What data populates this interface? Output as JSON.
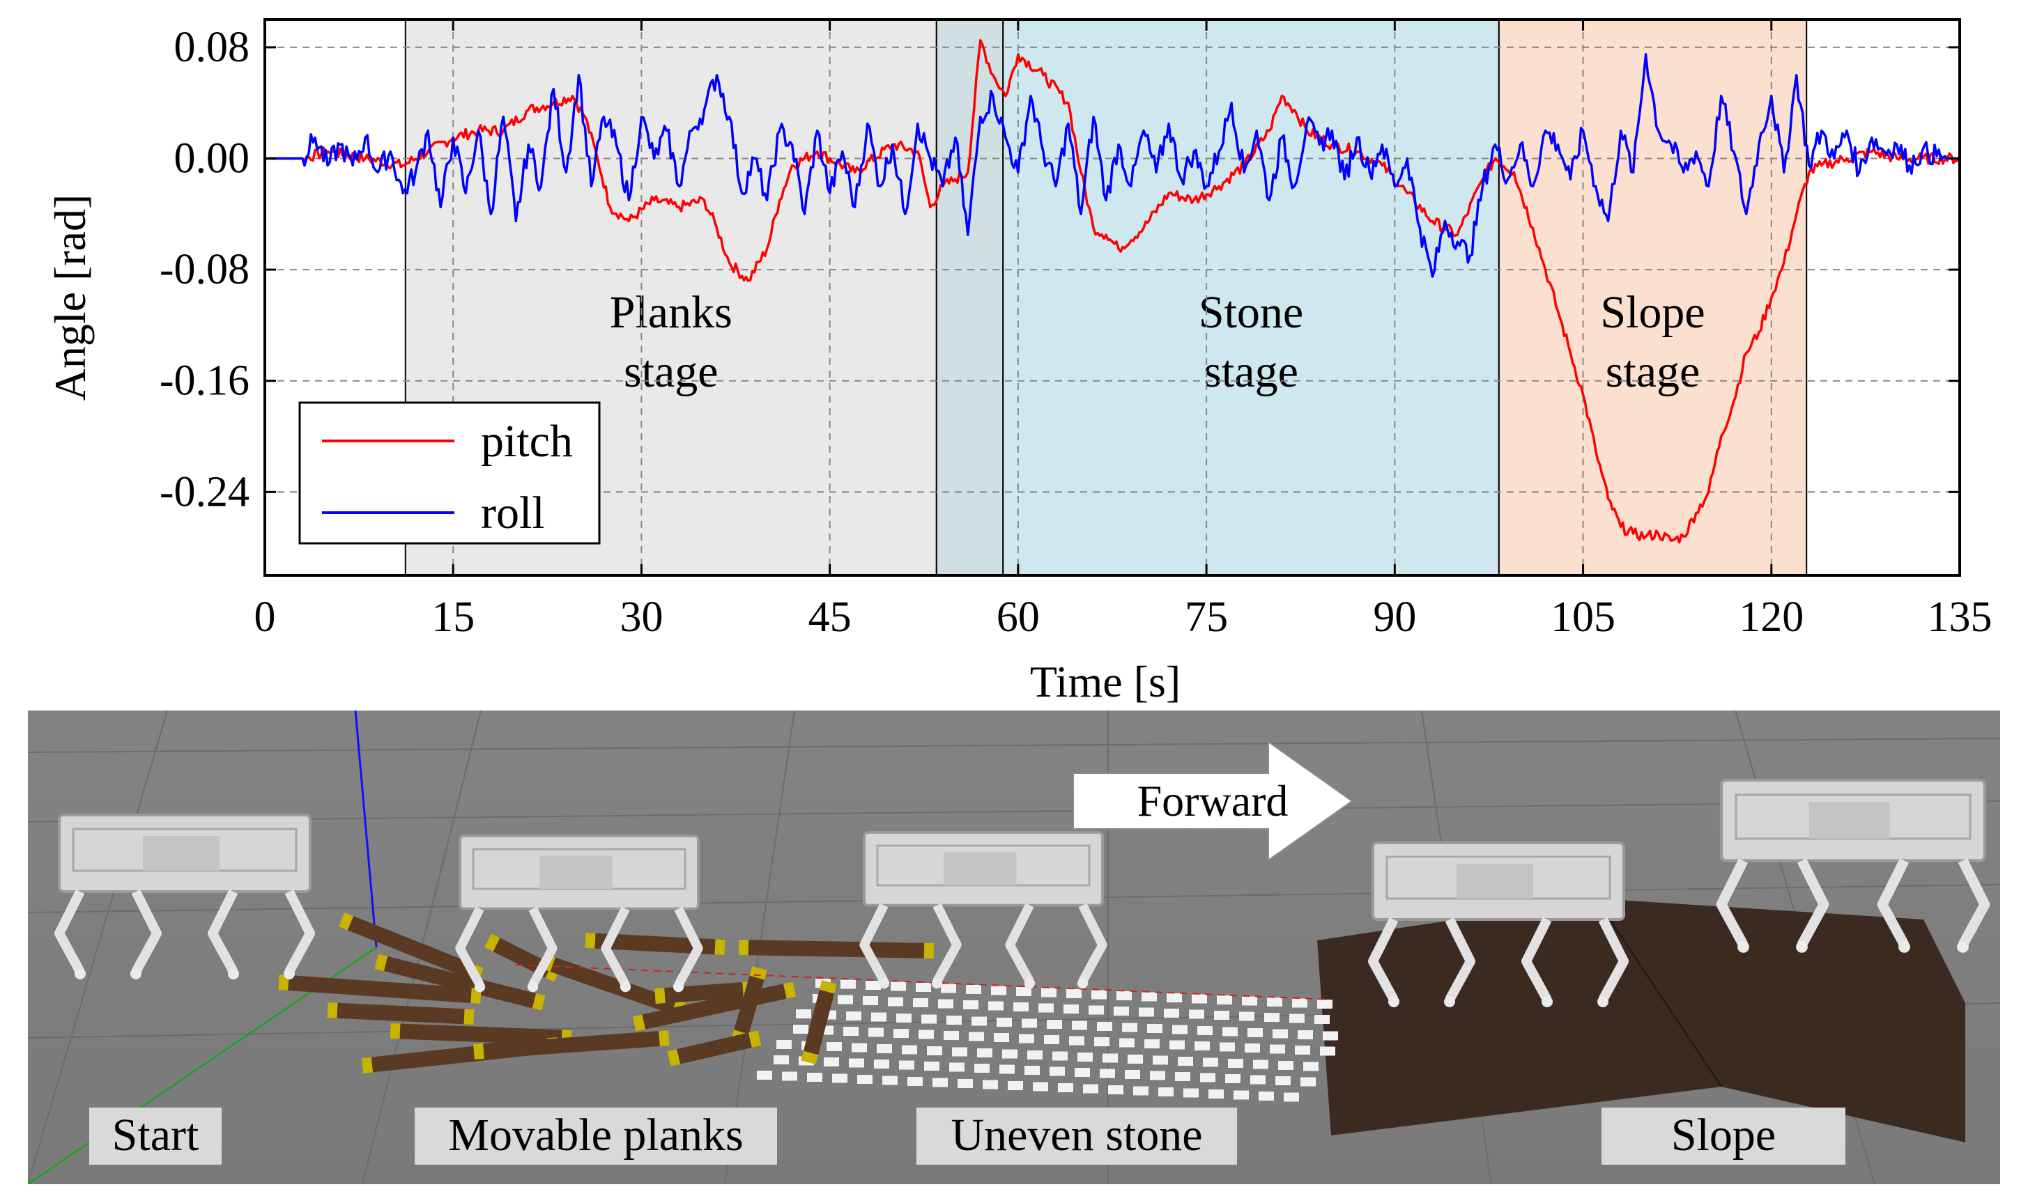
{
  "chart_data": {
    "type": "line",
    "xlabel": "Time [s]",
    "ylabel": "Angle [rad]",
    "xlim": [
      0,
      135
    ],
    "ylim": [
      -0.3,
      0.1
    ],
    "xticks": [
      "0",
      "15",
      "30",
      "45",
      "60",
      "75",
      "90",
      "105",
      "120",
      "135"
    ],
    "yticks": [
      "0.08",
      "0.00",
      "-0.08",
      "-0.16",
      "-0.24"
    ],
    "grid": true,
    "legend_position": "bottom-left",
    "series": [
      {
        "name": "pitch",
        "color": "#ff0000",
        "points": [
          [
            0,
            0.0
          ],
          [
            3,
            0.0
          ],
          [
            5,
            0.005
          ],
          [
            8,
            0.0
          ],
          [
            11,
            -0.005
          ],
          [
            13,
            0.005
          ],
          [
            15,
            0.015
          ],
          [
            17,
            0.02
          ],
          [
            19,
            0.02
          ],
          [
            21,
            0.035
          ],
          [
            23,
            0.04
          ],
          [
            24.5,
            0.045
          ],
          [
            25.5,
            0.03
          ],
          [
            26.5,
            0.0
          ],
          [
            27.5,
            -0.035
          ],
          [
            29,
            -0.045
          ],
          [
            31,
            -0.03
          ],
          [
            33,
            -0.035
          ],
          [
            35,
            -0.03
          ],
          [
            36,
            -0.05
          ],
          [
            37,
            -0.075
          ],
          [
            38.5,
            -0.088
          ],
          [
            40,
            -0.065
          ],
          [
            41,
            -0.03
          ],
          [
            42,
            -0.005
          ],
          [
            44,
            0.005
          ],
          [
            47,
            -0.01
          ],
          [
            50,
            0.01
          ],
          [
            52,
            0.005
          ],
          [
            53,
            -0.035
          ],
          [
            54,
            -0.02
          ],
          [
            55,
            -0.015
          ],
          [
            56,
            -0.01
          ],
          [
            57,
            0.085
          ],
          [
            58,
            0.06
          ],
          [
            59,
            0.045
          ],
          [
            60,
            0.075
          ],
          [
            62,
            0.06
          ],
          [
            64,
            0.04
          ],
          [
            65,
            -0.01
          ],
          [
            66,
            -0.05
          ],
          [
            67,
            -0.055
          ],
          [
            68,
            -0.065
          ],
          [
            70,
            -0.05
          ],
          [
            72,
            -0.025
          ],
          [
            74,
            -0.03
          ],
          [
            76,
            -0.02
          ],
          [
            78,
            -0.005
          ],
          [
            80,
            0.02
          ],
          [
            81,
            0.045
          ],
          [
            82,
            0.035
          ],
          [
            83,
            0.02
          ],
          [
            85,
            0.01
          ],
          [
            87,
            0.005
          ],
          [
            89,
            -0.005
          ],
          [
            91,
            -0.025
          ],
          [
            93,
            -0.045
          ],
          [
            95,
            -0.055
          ],
          [
            97,
            -0.015
          ],
          [
            98,
            0.0
          ],
          [
            99.5,
            -0.01
          ],
          [
            101,
            -0.05
          ],
          [
            102,
            -0.08
          ],
          [
            103,
            -0.11
          ],
          [
            104,
            -0.14
          ],
          [
            105,
            -0.17
          ],
          [
            106,
            -0.21
          ],
          [
            107,
            -0.245
          ],
          [
            108,
            -0.265
          ],
          [
            109,
            -0.27
          ],
          [
            110,
            -0.272
          ],
          [
            111,
            -0.27
          ],
          [
            112,
            -0.275
          ],
          [
            113,
            -0.272
          ],
          [
            114,
            -0.255
          ],
          [
            115,
            -0.24
          ],
          [
            116,
            -0.2
          ],
          [
            117,
            -0.175
          ],
          [
            118,
            -0.14
          ],
          [
            119,
            -0.125
          ],
          [
            120,
            -0.1
          ],
          [
            121,
            -0.075
          ],
          [
            122,
            -0.04
          ],
          [
            123,
            -0.01
          ],
          [
            124,
            -0.005
          ],
          [
            126,
            0.0
          ],
          [
            128,
            0.005
          ],
          [
            130,
            0.0
          ],
          [
            132,
            0.0
          ],
          [
            135,
            0.0
          ]
        ]
      },
      {
        "name": "roll",
        "color": "#0000ff",
        "points": [
          [
            0,
            0.0
          ],
          [
            3,
            0.0
          ],
          [
            4,
            0.015
          ],
          [
            5,
            -0.005
          ],
          [
            6,
            0.01
          ],
          [
            7,
            -0.005
          ],
          [
            8,
            0.015
          ],
          [
            9,
            -0.01
          ],
          [
            10,
            0.005
          ],
          [
            11,
            -0.025
          ],
          [
            12,
            -0.01
          ],
          [
            13,
            0.02
          ],
          [
            14,
            -0.035
          ],
          [
            15,
            0.015
          ],
          [
            16,
            -0.025
          ],
          [
            17,
            0.02
          ],
          [
            18,
            -0.04
          ],
          [
            19,
            0.03
          ],
          [
            20,
            -0.045
          ],
          [
            21,
            0.01
          ],
          [
            22,
            -0.02
          ],
          [
            23,
            0.05
          ],
          [
            24,
            -0.01
          ],
          [
            25,
            0.06
          ],
          [
            26,
            -0.02
          ],
          [
            27,
            0.03
          ],
          [
            28,
            0.01
          ],
          [
            29,
            -0.03
          ],
          [
            30,
            0.03
          ],
          [
            31,
            0.0
          ],
          [
            32,
            0.02
          ],
          [
            33,
            -0.02
          ],
          [
            34,
            0.02
          ],
          [
            35,
            0.035
          ],
          [
            36,
            0.06
          ],
          [
            37,
            0.03
          ],
          [
            38,
            -0.025
          ],
          [
            39,
            0.0
          ],
          [
            40,
            -0.03
          ],
          [
            41,
            0.02
          ],
          [
            42,
            0.01
          ],
          [
            43,
            -0.04
          ],
          [
            44,
            0.02
          ],
          [
            45,
            -0.025
          ],
          [
            46,
            0.005
          ],
          [
            47,
            -0.035
          ],
          [
            48,
            0.025
          ],
          [
            49,
            -0.02
          ],
          [
            50,
            0.01
          ],
          [
            51,
            -0.04
          ],
          [
            52,
            0.025
          ],
          [
            53,
            0.0
          ],
          [
            54,
            -0.02
          ],
          [
            55,
            0.015
          ],
          [
            56,
            -0.055
          ],
          [
            57,
            0.03
          ],
          [
            58,
            0.045
          ],
          [
            59,
            0.015
          ],
          [
            60,
            -0.01
          ],
          [
            61,
            0.045
          ],
          [
            62,
            0.005
          ],
          [
            63,
            -0.02
          ],
          [
            64,
            0.025
          ],
          [
            65,
            -0.04
          ],
          [
            66,
            0.03
          ],
          [
            67,
            -0.03
          ],
          [
            68,
            0.01
          ],
          [
            69,
            -0.02
          ],
          [
            70,
            0.02
          ],
          [
            71,
            -0.01
          ],
          [
            72,
            0.025
          ],
          [
            73,
            -0.015
          ],
          [
            74,
            0.005
          ],
          [
            75,
            -0.02
          ],
          [
            76,
            0.005
          ],
          [
            77,
            0.04
          ],
          [
            78,
            -0.01
          ],
          [
            79,
            0.02
          ],
          [
            80,
            -0.03
          ],
          [
            81,
            0.015
          ],
          [
            82,
            -0.02
          ],
          [
            83,
            0.025
          ],
          [
            84,
            0.01
          ],
          [
            85,
            0.02
          ],
          [
            86,
            -0.015
          ],
          [
            87,
            0.015
          ],
          [
            88,
            -0.01
          ],
          [
            89,
            0.01
          ],
          [
            90,
            -0.02
          ],
          [
            91,
            0.0
          ],
          [
            92,
            -0.05
          ],
          [
            93,
            -0.085
          ],
          [
            94,
            -0.045
          ],
          [
            95,
            -0.06
          ],
          [
            96,
            -0.07
          ],
          [
            97,
            -0.02
          ],
          [
            98,
            0.01
          ],
          [
            99,
            -0.015
          ],
          [
            100,
            0.01
          ],
          [
            101,
            -0.02
          ],
          [
            102,
            0.02
          ],
          [
            103,
            0.01
          ],
          [
            104,
            -0.015
          ],
          [
            105,
            0.02
          ],
          [
            106,
            -0.02
          ],
          [
            107,
            -0.045
          ],
          [
            108,
            0.02
          ],
          [
            109,
            -0.01
          ],
          [
            110,
            0.075
          ],
          [
            111,
            0.02
          ],
          [
            112,
            0.01
          ],
          [
            113,
            -0.01
          ],
          [
            114,
            0.005
          ],
          [
            115,
            -0.02
          ],
          [
            116,
            0.045
          ],
          [
            117,
            0.005
          ],
          [
            118,
            -0.04
          ],
          [
            119,
            0.01
          ],
          [
            120,
            0.045
          ],
          [
            121,
            -0.01
          ],
          [
            122,
            0.06
          ],
          [
            123,
            -0.005
          ],
          [
            124,
            0.02
          ],
          [
            125,
            0.0
          ],
          [
            126,
            0.02
          ],
          [
            127,
            -0.01
          ],
          [
            128,
            0.015
          ],
          [
            129,
            0.005
          ],
          [
            130,
            0.01
          ],
          [
            131,
            -0.005
          ],
          [
            132,
            0.005
          ],
          [
            134,
            0.0
          ],
          [
            135,
            0.0
          ]
        ]
      }
    ],
    "stages": [
      {
        "label_line1": "Planks",
        "label_line2": "stage",
        "x_start": 11.2,
        "x_end": 53.5,
        "color": "#e9e9e9"
      },
      {
        "label_line1": "",
        "label_line2": "",
        "x_start": 53.5,
        "x_end": 58.8,
        "color": "#cfdfe2"
      },
      {
        "label_line1": "Stone",
        "label_line2": "stage",
        "x_start": 58.8,
        "x_end": 98.3,
        "color": "#cfe7ef"
      },
      {
        "label_line1": "Slope",
        "label_line2": "stage",
        "x_start": 98.3,
        "x_end": 122.8,
        "color": "#fbe0cf"
      }
    ]
  },
  "scene": {
    "forward_label": "Forward",
    "labels": {
      "start": "Start",
      "planks": "Movable planks",
      "stone": "Uneven stone",
      "slope": "Slope"
    },
    "colors": {
      "ground": "#7f7f7f",
      "plank": "#5a3a22",
      "plank_tip": "#c8b400",
      "stone": "#f2f2f2",
      "slope": "#3b2a1f",
      "robot": "#d6d6d6"
    }
  }
}
